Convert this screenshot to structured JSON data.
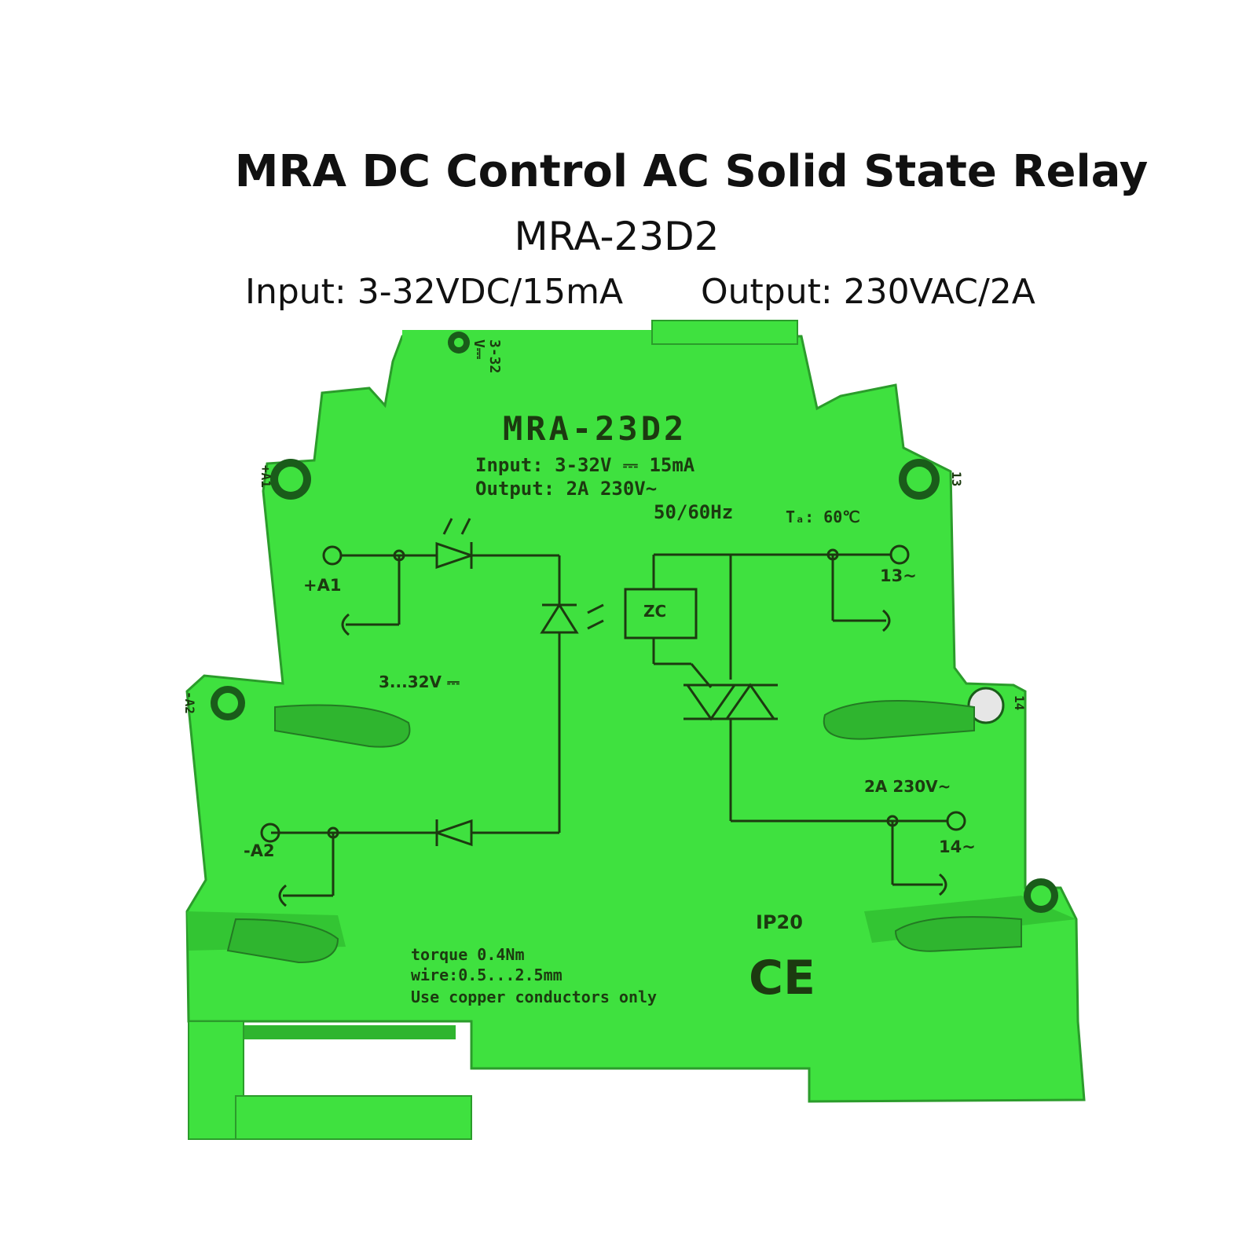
{
  "header": {
    "title": "MRA DC Control AC Solid State Relay",
    "model": "MRA-23D2",
    "input_spec": "Input: 3-32VDC/15mA",
    "output_spec": "Output: 230VAC/2A"
  },
  "relay_label": {
    "model": "MRA-23D2",
    "input_line": "Input:  3-32V ⎓  15mA",
    "output_line": "Output:   2A     230V~",
    "frequency": "50/60Hz",
    "ambient_temp": "Tₐ: 60℃",
    "terminal_a1": "+A1",
    "terminal_a2": "-A2",
    "terminal_13": "13~",
    "terminal_14": "14~",
    "input_range": "3...32V ⎓",
    "output_rating": "2A 230V~",
    "zero_cross": "ZC",
    "ip_rating": "IP20",
    "ce_mark": "CE",
    "torque": "torque 0.4Nm",
    "wire": "wire:0.5...2.5mm",
    "conductors": "Use copper conductors only",
    "side_voltage": "3-32",
    "side_voltage_symbol": "V⎓",
    "side_a1": "+A1",
    "side_a2": "-A2",
    "side_13": "13",
    "side_14": "14"
  },
  "colors": {
    "housing": "#3fe13f",
    "housing_shadow": "#2fb52f",
    "print": "#1c3a10"
  }
}
